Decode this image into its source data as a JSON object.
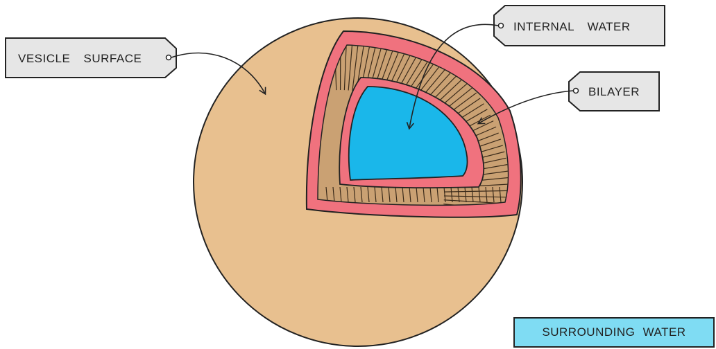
{
  "labels": {
    "vesicle_surface": "VESICLE SURFACE",
    "internal_water": "INTERNAL WATER",
    "bilayer": "BILAYER"
  },
  "legend": {
    "surrounding_water": "SURROUNDING WATER"
  },
  "colors": {
    "vesicle_fill": "#e8c08f",
    "membrane_pink": "#f0727e",
    "bilayer_fill": "#caa173",
    "internal_water": "#1ab7ea",
    "surrounding_water": "#7fdcf3",
    "tag_fill": "#e6e6e6"
  }
}
